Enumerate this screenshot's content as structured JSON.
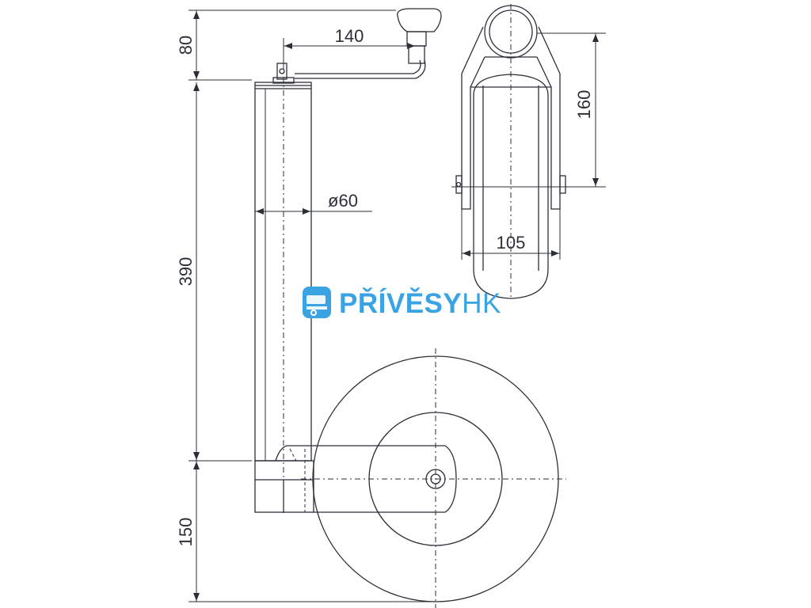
{
  "dimensions": {
    "handle_height": "80",
    "handle_length": "140",
    "tube_diameter": "ø60",
    "tube_length": "390",
    "wheel_offset": "150",
    "wheel_diameter": "160",
    "wheel_width": "105"
  },
  "logo": {
    "brand_bold": "PŘÍVĚSY",
    "brand_light": "HK",
    "color": "#3aa3e3"
  },
  "line_color": "#2b2f36",
  "icons": [
    "trailer-logo-icon"
  ]
}
